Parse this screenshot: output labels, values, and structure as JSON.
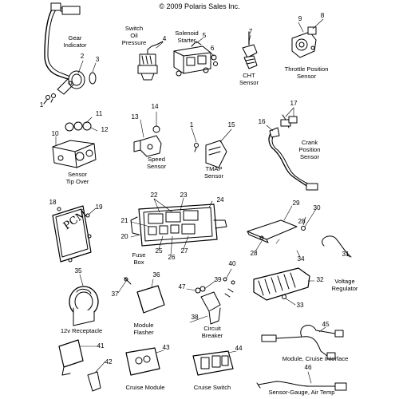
{
  "copyright": "© 2009 Polaris Sales Inc.",
  "callouts": {
    "n1a": "1",
    "n1b": "1",
    "n2": "2",
    "n3": "3",
    "n4": "4",
    "n5": "5",
    "n6": "6",
    "n7": "7",
    "n8": "8",
    "n9": "9",
    "n10": "10",
    "n11": "11",
    "n12": "12",
    "n13": "13",
    "n14": "14",
    "n15": "15",
    "n16": "16",
    "n17": "17",
    "n18": "18",
    "n19": "19",
    "n20": "20",
    "n21": "21",
    "n22": "22",
    "n23": "23",
    "n24": "24",
    "n25": "25",
    "n26": "26",
    "n27": "27",
    "n28a": "28",
    "n28b": "28",
    "n29": "29",
    "n30": "30",
    "n31": "31",
    "n32": "32",
    "n33": "33",
    "n34": "34",
    "n35": "35",
    "n36": "36",
    "n37": "37",
    "n38": "38",
    "n39": "39",
    "n40": "40",
    "n41": "41",
    "n42": "42",
    "n43": "43",
    "n44": "44",
    "n45": "45",
    "n46": "46",
    "n47": "47"
  },
  "labels": {
    "gear_indicator_1": "Gear",
    "gear_indicator_2": "Indicator",
    "switch_oil_pressure_1": "Switch",
    "switch_oil_pressure_2": "Oil",
    "switch_oil_pressure_3": "Pressure",
    "solenoid_starter_1": "Solenoid",
    "solenoid_starter_2": "Starter",
    "cht_sensor_1": "CHT",
    "cht_sensor_2": "Sensor",
    "throttle_position_sensor_1": "Throttle Position",
    "throttle_position_sensor_2": "Sensor",
    "sensor_tip_over_1": "Sensor",
    "sensor_tip_over_2": "Tip Over",
    "speed_sensor_1": "Speed",
    "speed_sensor_2": "Sensor",
    "tmap_sensor_1": "TMAP",
    "tmap_sensor_2": "Sensor",
    "crank_position_sensor_1": "Crank",
    "crank_position_sensor_2": "Position",
    "crank_position_sensor_3": "Sensor",
    "pcm_text": "PCM",
    "fuse_box_1": "Fuse",
    "fuse_box_2": "Box",
    "voltage_regulator_1": "Voltage",
    "voltage_regulator_2": "Regulator",
    "receptacle": "12v Receptacle",
    "module_flasher_1": "Module",
    "module_flasher_2": "Flasher",
    "circuit_breaker_1": "Circuit",
    "circuit_breaker_2": "Breaker",
    "cruise_interface": "Module, Cruise Interface",
    "cruise_module": "Cruise Module",
    "cruise_switch": "Cruise Switch",
    "air_temp": "Sensor-Gauge, Air Temp"
  }
}
